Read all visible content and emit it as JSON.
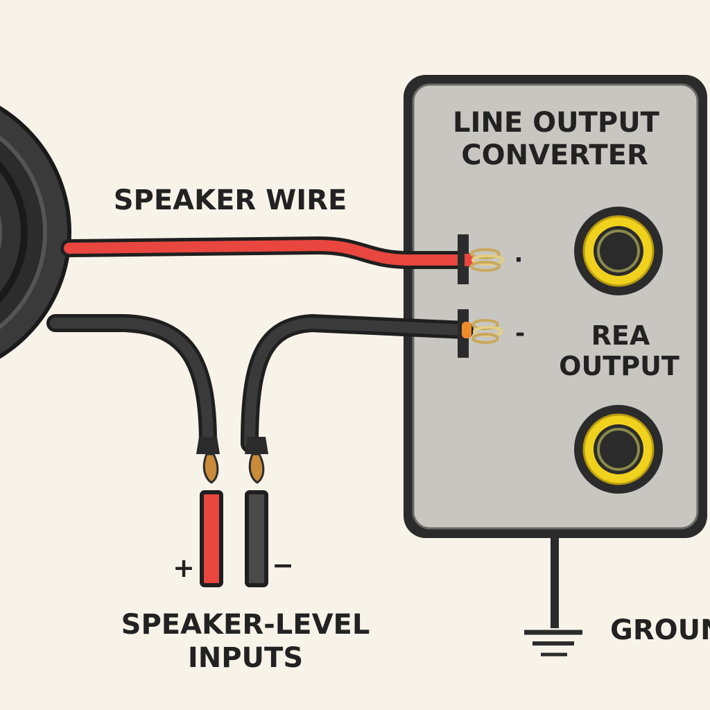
{
  "labels": {
    "speaker_wire": "SPEAKER WIRE",
    "converter_line1": "LINE OUTPUT",
    "converter_line2": "CONVERTER",
    "rca_line1": "REA",
    "rca_line2": "OUTPUT",
    "inputs_line1": "SPEAKER-LEVEL",
    "inputs_line2": "INPUTS",
    "ground": "GROUN",
    "plus": "+",
    "minus": "−",
    "terminal_top": "·",
    "terminal_bottom": "-"
  },
  "colors": {
    "background": "#f7f3e8",
    "converter_body": "#c7c6c1",
    "outline": "#2b2b2b",
    "wire_red": "#e8463f",
    "wire_black": "#3a3a3a",
    "rca_ring": "#f0d21e",
    "copper": "#c98a3a"
  }
}
